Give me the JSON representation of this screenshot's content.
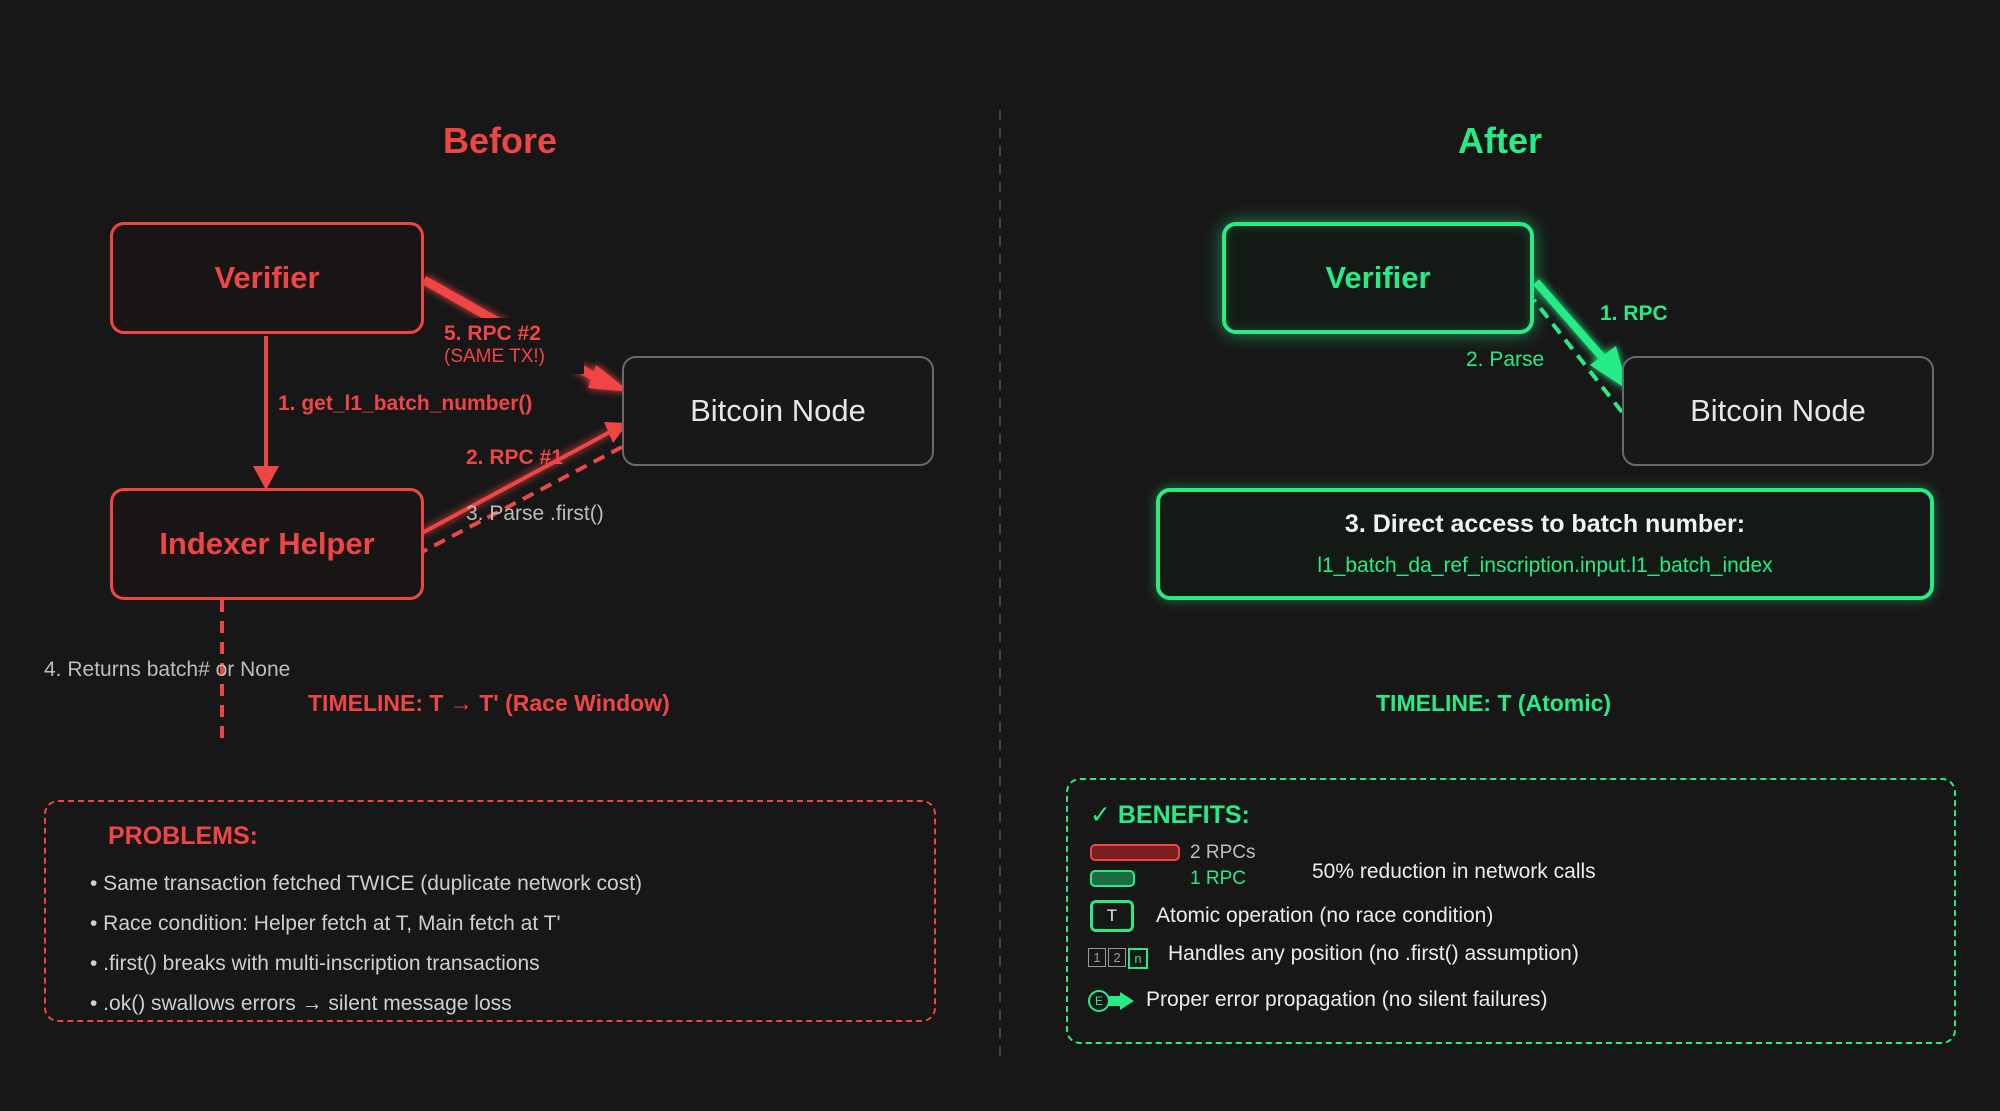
{
  "before": {
    "title": "Before",
    "verifier": "Verifier",
    "indexer": "Indexer Helper",
    "node": "Bitcoin Node",
    "step1": "1. get_l1_batch_number()",
    "step2": "2. RPC #1",
    "step3": "3. Parse .first()",
    "step4": "4. Returns batch# or None",
    "step5": "5. RPC #2",
    "step5_note": "(SAME TX!)",
    "timeline": "TIMELINE: T → T' (Race Window)",
    "problems": {
      "title": "PROBLEMS:",
      "items": [
        "• Same transaction fetched TWICE (duplicate network cost)",
        "• Race condition: Helper fetch at T, Main fetch at T'",
        "• .first() breaks with multi-inscription transactions",
        "• .ok() swallows errors → silent message loss"
      ]
    }
  },
  "after": {
    "title": "After",
    "verifier": "Verifier",
    "node": "Bitcoin Node",
    "step1": "1. RPC",
    "step2": "2. Parse",
    "direct_title": "3. Direct access to batch number:",
    "direct_path": "l1_batch_da_ref_inscription.input.l1_batch_index",
    "timeline": "TIMELINE: T (Atomic)",
    "benefits": {
      "title": "✓ BENEFITS:",
      "rpc_before": "2 RPCs",
      "rpc_after": "1 RPC",
      "reduction": "50% reduction in network calls",
      "atomic_icon": "T",
      "atomic": "Atomic operation (no race condition)",
      "position_icons": [
        "1",
        "2",
        "n"
      ],
      "position": "Handles any position (no .first() assumption)",
      "error_icon": "E",
      "error": "Proper error propagation (no silent failures)"
    }
  },
  "colors": {
    "before_accent": "#f04545",
    "after_accent": "#27ec86",
    "background": "#171717",
    "node_border": "#6a6a6a"
  }
}
